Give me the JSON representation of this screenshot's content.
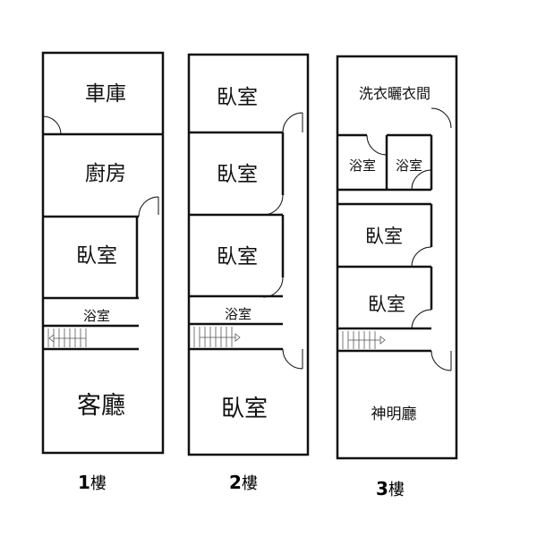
{
  "floors": [
    {
      "number": "1",
      "unit": "樓",
      "rooms": [
        "車庫",
        "廚房",
        "臥室",
        "浴室",
        "客廳"
      ]
    },
    {
      "number": "2",
      "unit": "樓",
      "rooms": [
        "臥室",
        "臥室",
        "臥室",
        "浴室",
        "臥室"
      ]
    },
    {
      "number": "3",
      "unit": "樓",
      "rooms": [
        "洗衣曬衣間",
        "浴室",
        "浴室",
        "臥室",
        "臥室",
        "神明廳"
      ]
    }
  ]
}
